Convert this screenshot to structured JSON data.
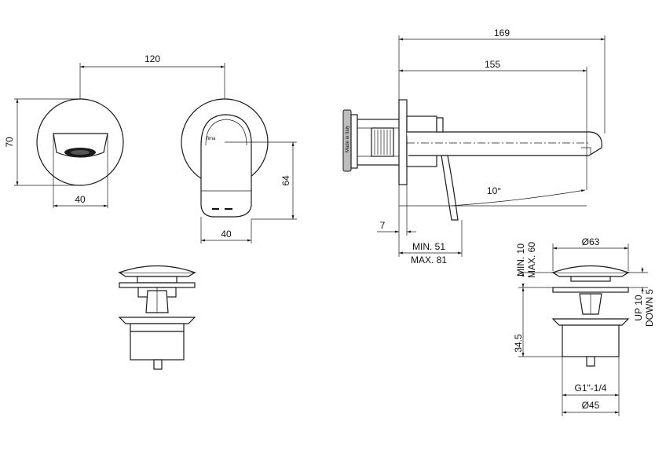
{
  "dimensions": {
    "d120": "120",
    "d70": "70",
    "d40a": "40",
    "d40b": "40",
    "d64": "64",
    "d169": "169",
    "d155": "155",
    "d10deg": "10°",
    "d7": "7",
    "min51": "MIN. 51",
    "max81": "MAX. 81",
    "min10": "MIN. 10",
    "max60": "MAX. 60",
    "d63": "Ø63",
    "up10": "UP 10",
    "down5": "DOWN 5",
    "d345": "34.5",
    "thread": "G1\"-1/4",
    "d45": "Ø45"
  },
  "labels": {
    "brand": "fima",
    "made_in": "Made in Italy"
  }
}
